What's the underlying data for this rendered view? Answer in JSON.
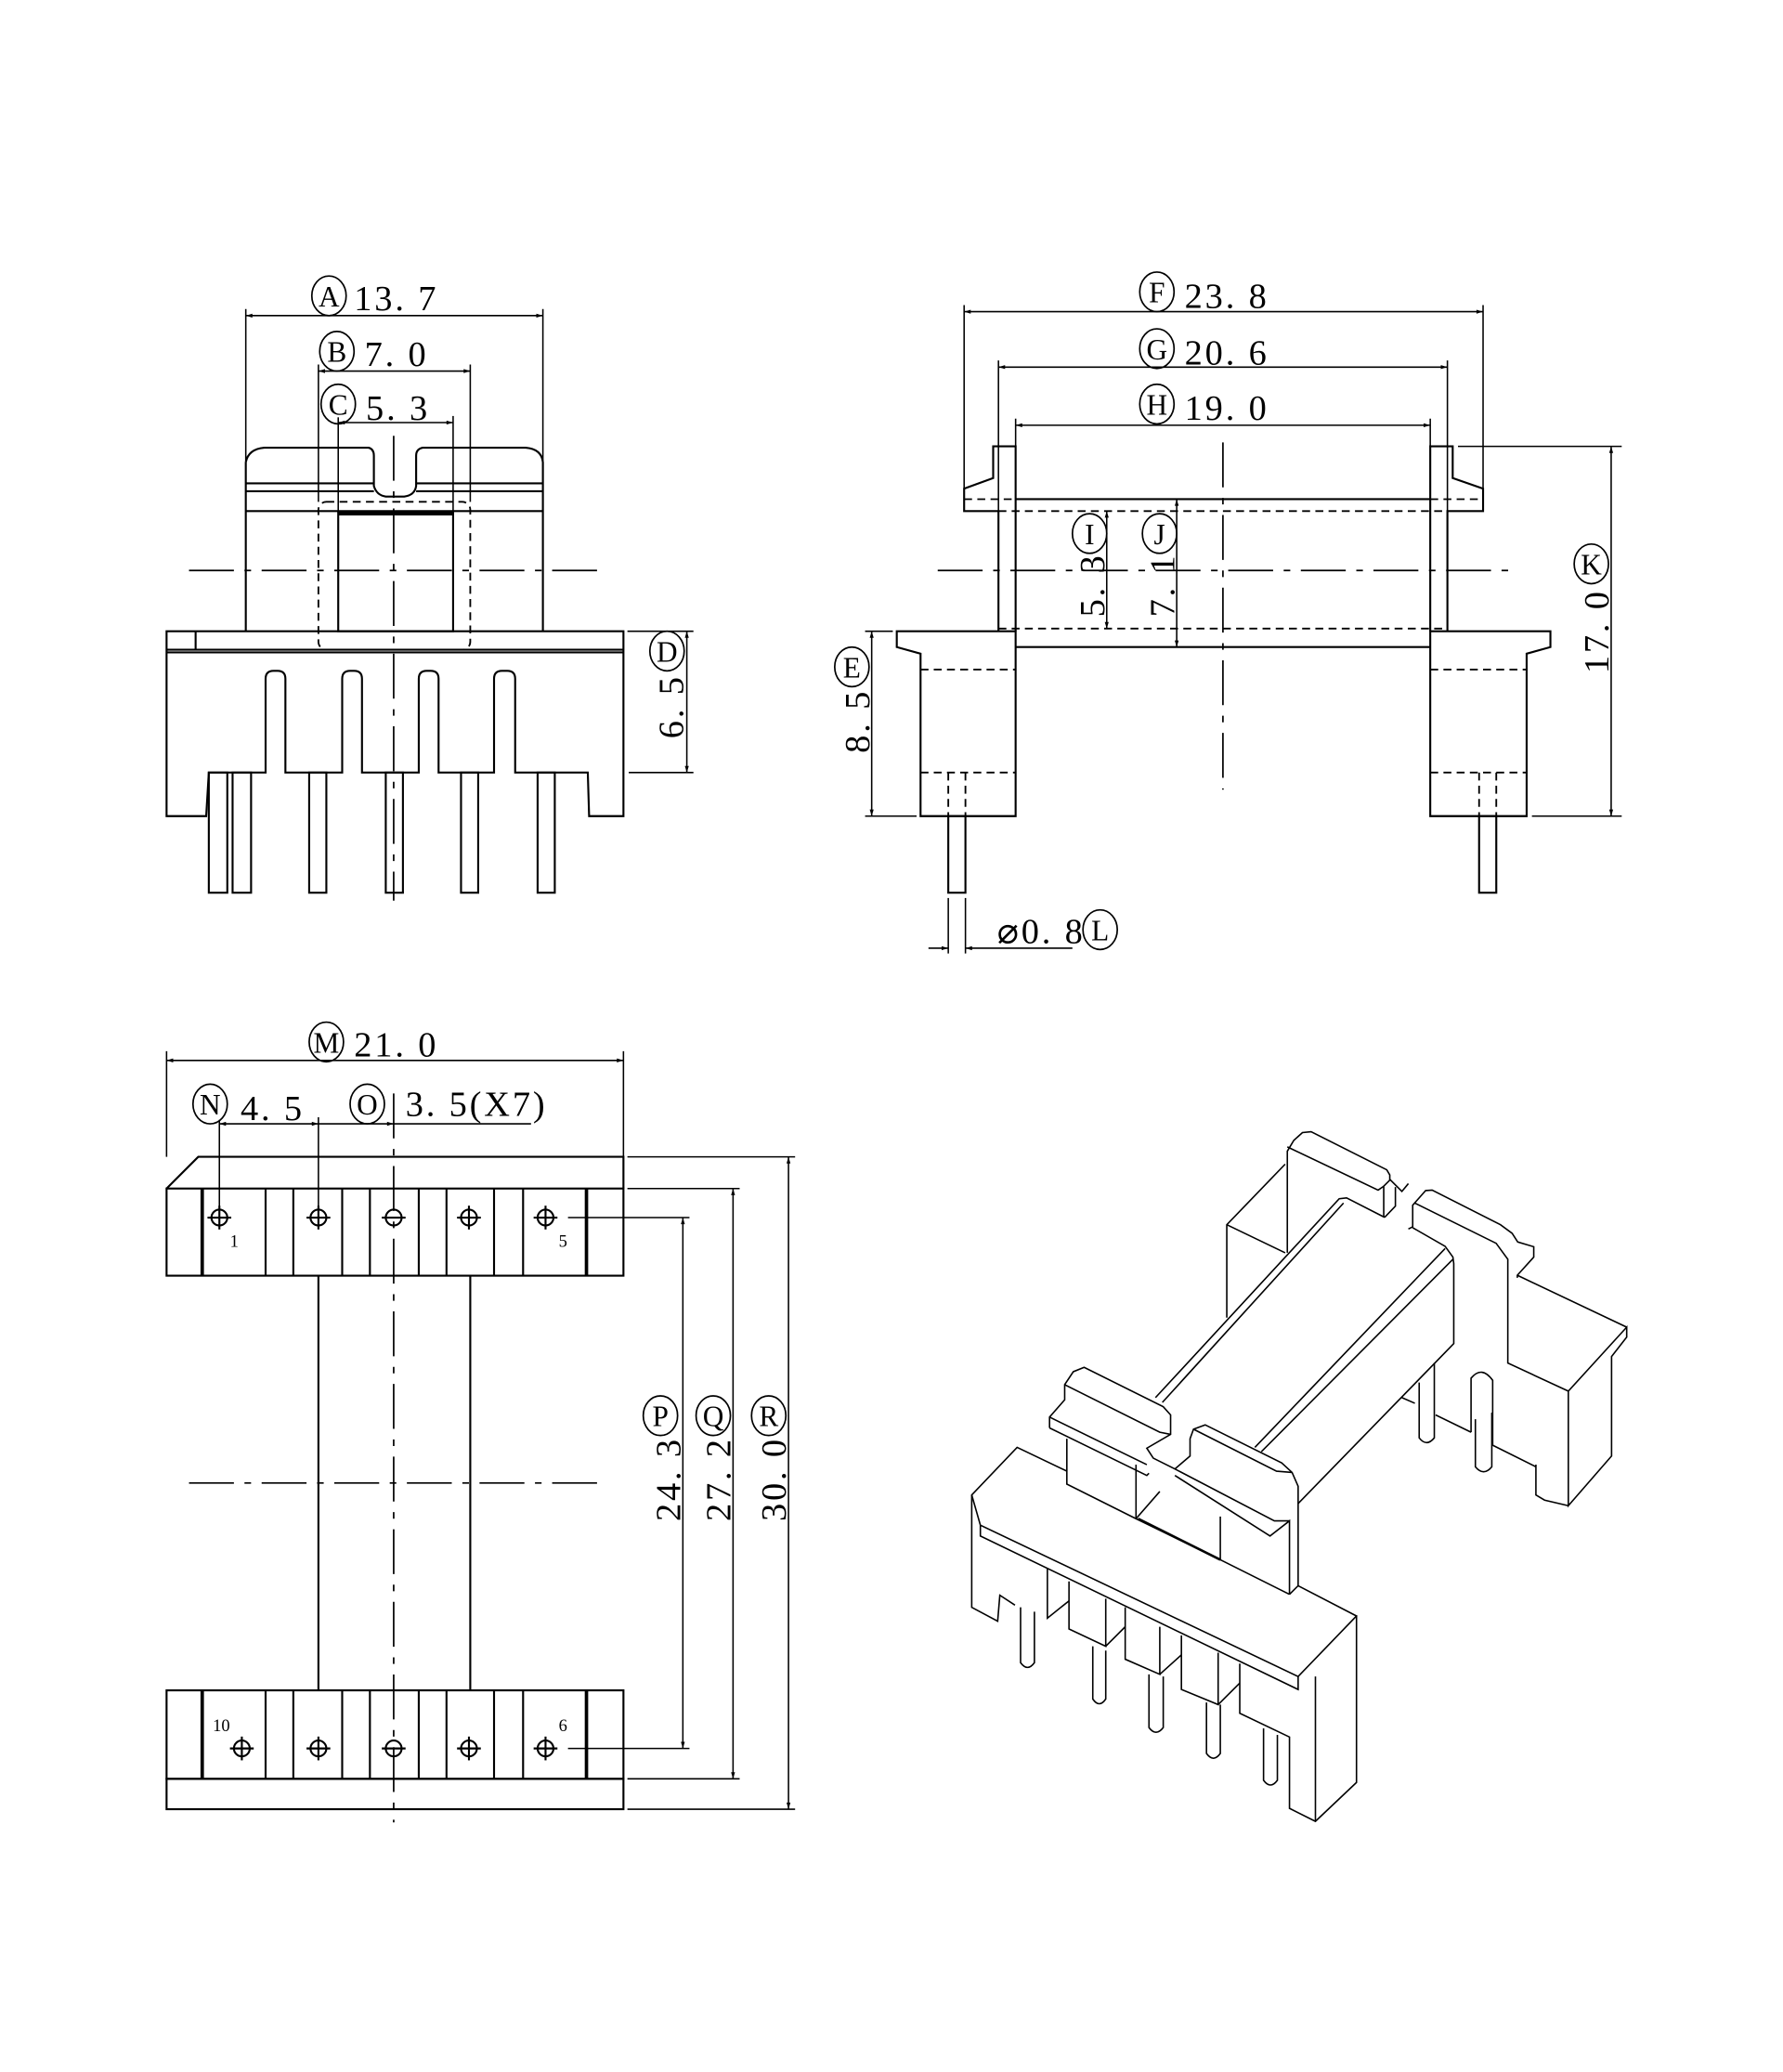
{
  "dims": {
    "A": {
      "letter": "A",
      "value": "13. 7"
    },
    "B": {
      "letter": "B",
      "value": "7. 0"
    },
    "C": {
      "letter": "C",
      "value": "5. 3"
    },
    "D": {
      "letter": "D",
      "value": "6. 5"
    },
    "E": {
      "letter": "E",
      "value": "8. 5"
    },
    "F": {
      "letter": "F",
      "value": "23. 8"
    },
    "G": {
      "letter": "G",
      "value": "20. 6"
    },
    "H": {
      "letter": "H",
      "value": "19. 0"
    },
    "I": {
      "letter": "I",
      "value": "5. 3"
    },
    "J": {
      "letter": "J",
      "value": "7. 1"
    },
    "K": {
      "letter": "K",
      "value": "17. 0"
    },
    "L": {
      "letter": "L",
      "value": "⌀0. 8"
    },
    "M": {
      "letter": "M",
      "value": "21. 0"
    },
    "N": {
      "letter": "N",
      "value": "4. 5"
    },
    "O": {
      "letter": "O",
      "value": "3. 5(X7)"
    },
    "P": {
      "letter": "P",
      "value": "24. 3"
    },
    "Q": {
      "letter": "Q",
      "value": "27. 2"
    },
    "R": {
      "letter": "R",
      "value": "30. 0"
    }
  },
  "pins": {
    "p1": "1",
    "p5": "5",
    "p10": "10",
    "p6": "6"
  }
}
